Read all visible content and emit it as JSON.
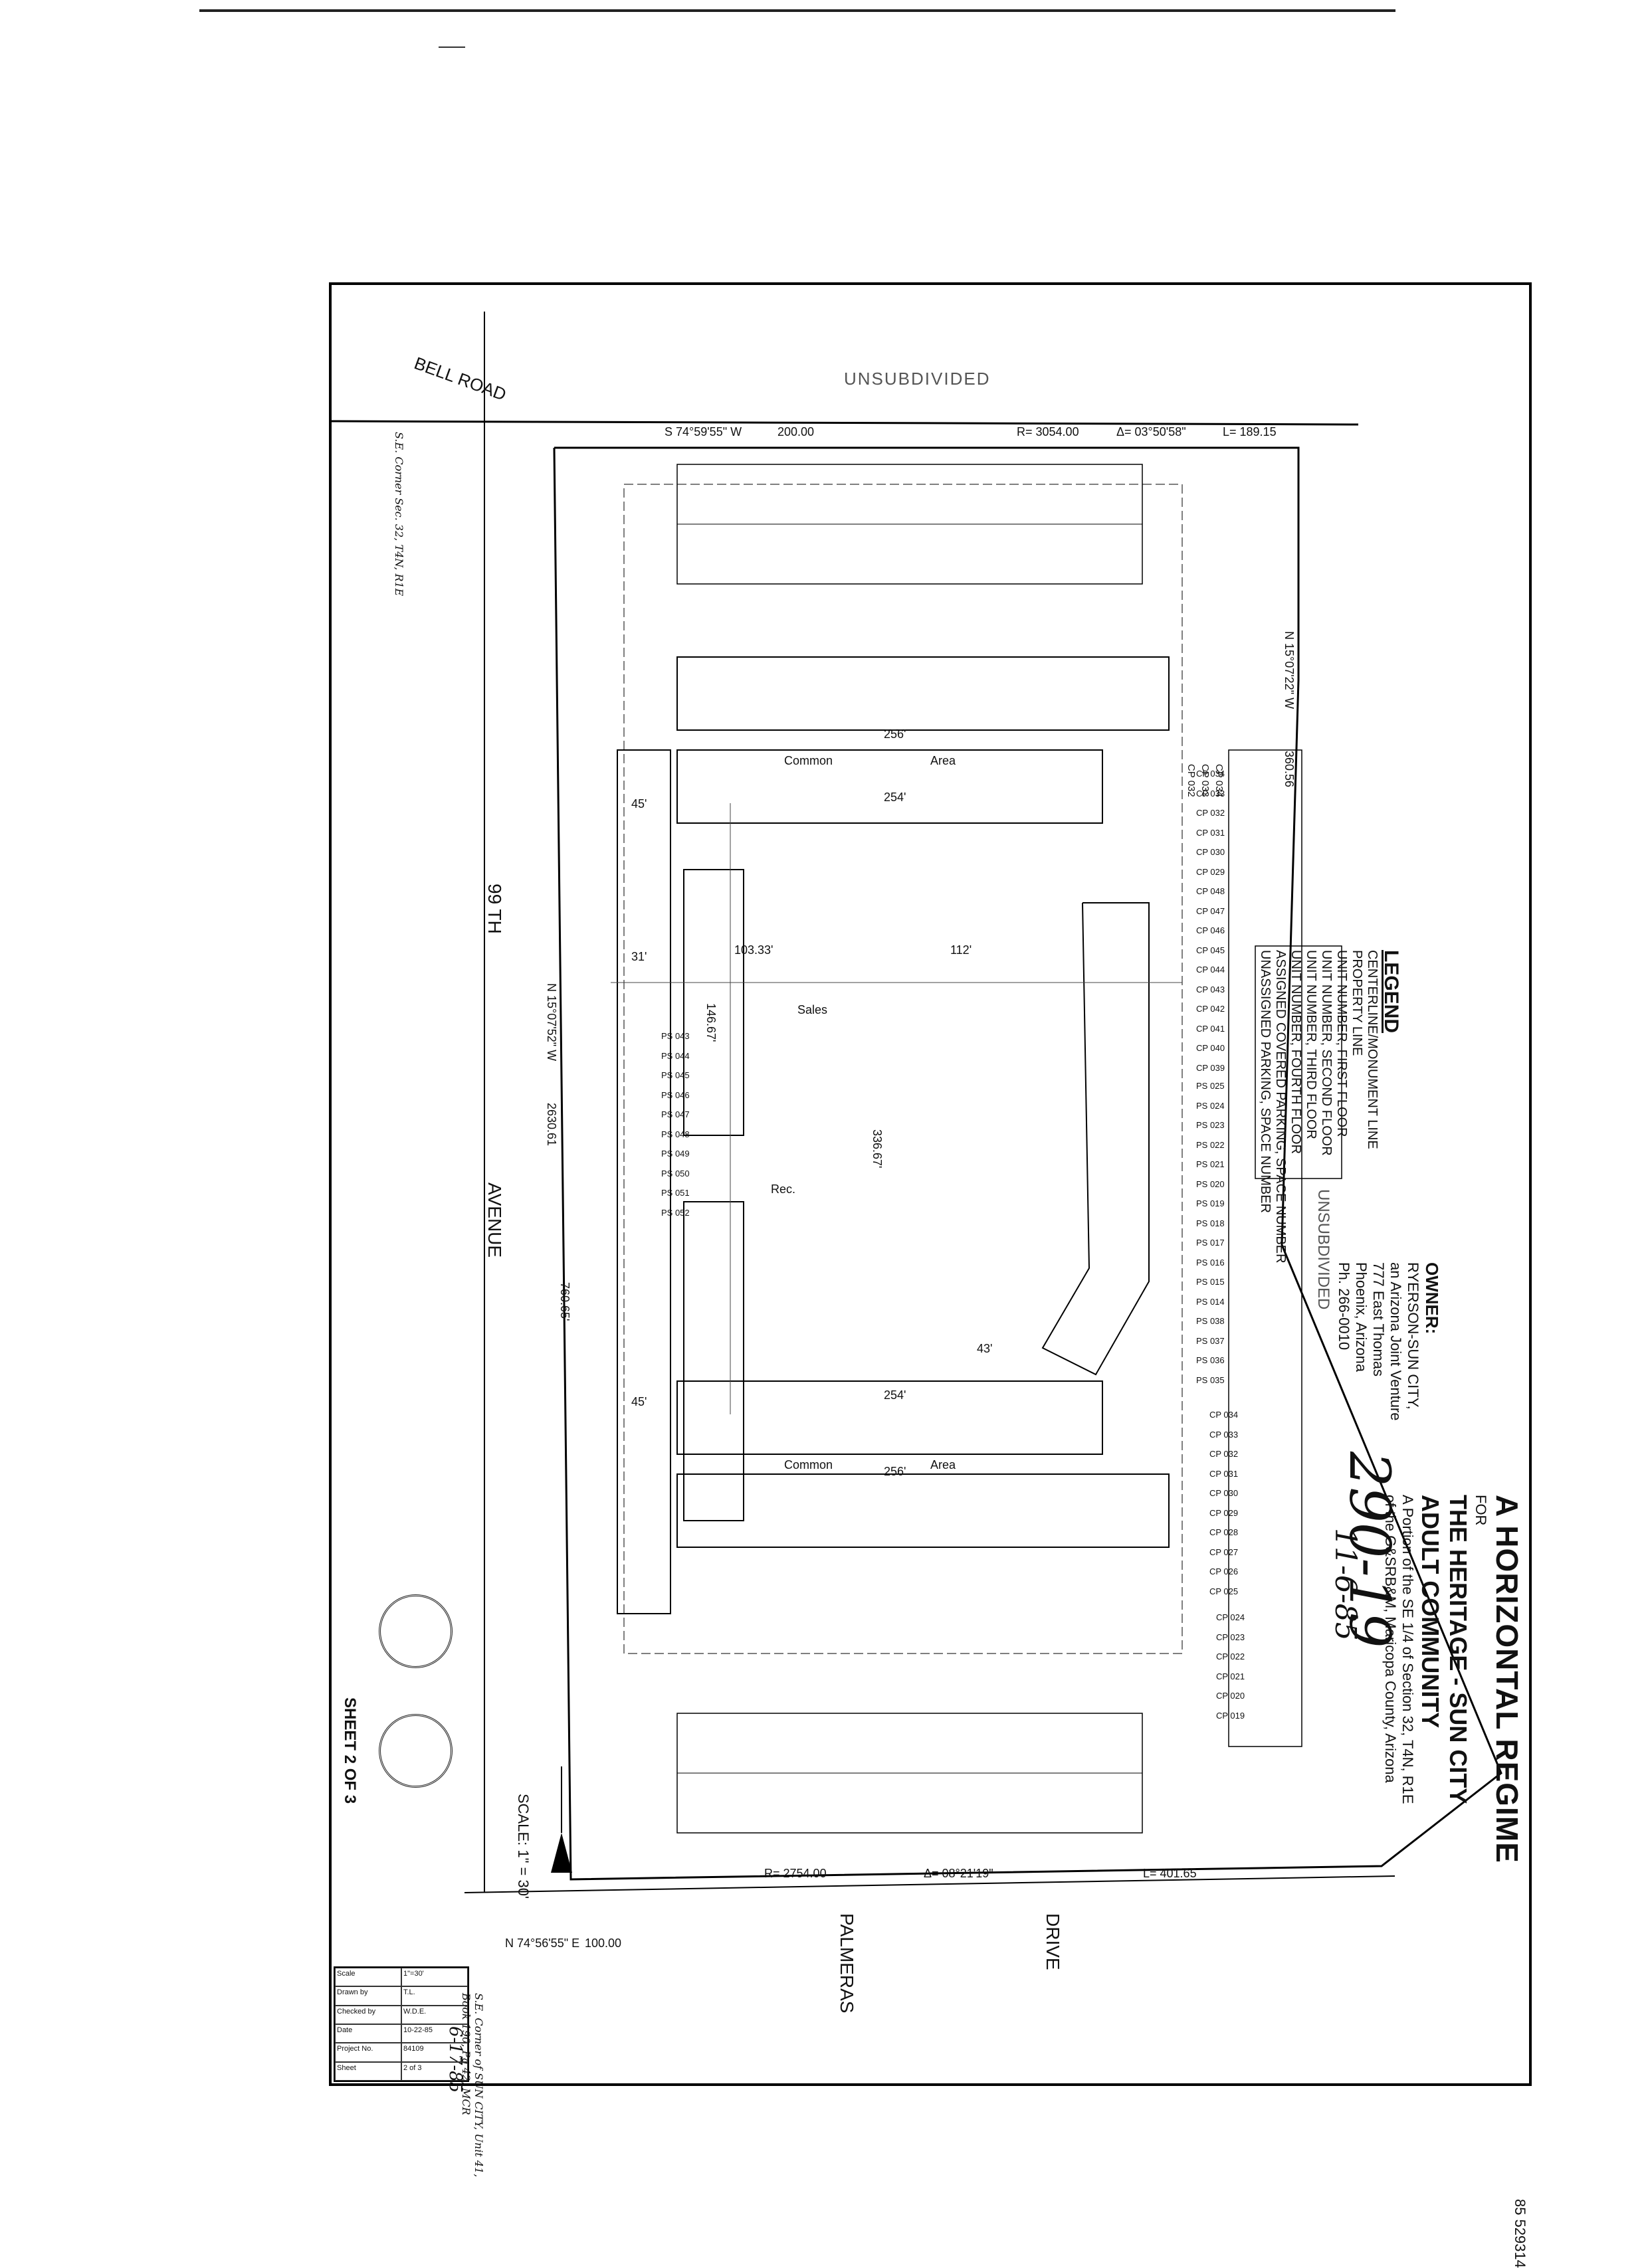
{
  "title": {
    "line1": "A HORIZONTAL REGIME",
    "line2": "FOR",
    "line3": "THE HERITAGE - SUN CITY",
    "line4": "ADULT COMMUNITY",
    "desc1": "A Portion of the SE 1/4 of Section 32, T4N, R1E",
    "desc2": "of the G&SRB&M, Maricopa County, Arizona"
  },
  "doc_number": "85 529314",
  "owner": {
    "heading": "OWNER:",
    "lines": [
      "RYERSON-SUN CITY,",
      "an Arizona Joint Venture",
      "777 East Thomas",
      "Phoenix, Arizona",
      "Ph. 266-0010"
    ]
  },
  "legend": {
    "heading": "LEGEND",
    "items": [
      "CENTERLINE/MONUMENT LINE",
      "PROPERTY LINE",
      "UNIT NUMBER, FIRST FLOOR",
      "UNIT NUMBER, SECOND FLOOR",
      "UNIT NUMBER, THIRD FLOOR",
      "UNIT NUMBER, FOURTH FLOOR",
      "ASSIGNED COVERED PARKING, SPACE NUMBER",
      "UNASSIGNED PARKING, SPACE NUMBER"
    ]
  },
  "streets": {
    "bell_road": "BELL ROAD",
    "avenue_99": "99 TH",
    "avenue": "AVENUE",
    "palmeras": "PALMERAS",
    "drive": "DRIVE",
    "unsubdivided_top": "UNSUBDIVIDED",
    "unsubdivided_right": "UNSUBDIVIDED"
  },
  "bearings": {
    "top_bearing": "S 74°59'55\" W",
    "top_dist": "200.00",
    "curve_r": "R= 3054.00",
    "curve_delta": "Δ= 03°50'58\"",
    "curve_l": "L= 189.15",
    "left_bearing": "N 15°07'52\" W",
    "left_dist": "2630.61",
    "right_bearing": "N 15°07'22\" W",
    "right_dist": "360.56",
    "bottom_curve_r": "R= 2754.00",
    "bottom_delta": "Δ= 08°21'19\"",
    "bottom_l": "L= 401.65",
    "bottom_bearing": "N 74°56'55\" E",
    "bottom_dist": "100.00",
    "dim_256": "256'",
    "dim_254": "254'",
    "dim_112": "112'",
    "dim_336": "336.67'",
    "dim_146": "146.67'",
    "dim_103": "103.33'",
    "dim_43": "43'",
    "dim_45": "45'",
    "dim_31": "31'",
    "dim_760": "760.65'"
  },
  "areas": {
    "common": "Common",
    "area": "Area",
    "rec": "Rec.",
    "sales": "Sales"
  },
  "corners": {
    "se_corner_sec": "S.E. Corner Sec. 32, T4N, R1E",
    "se_corner_sun": "S.E. Corner of SUN CITY, Unit 41, Book 190, Pg 42, MCR"
  },
  "handwritten": {
    "book": "290-19",
    "date": "11-6-85",
    "revised": "6-17-85"
  },
  "scale": "SCALE: 1\" = 30'",
  "sheet": "SHEET 2 OF 3",
  "title_block": {
    "scale_label": "Scale",
    "scale_val": "1\"=30'",
    "drawn_label": "Drawn by",
    "drawn_val": "T.L.",
    "checked_label": "Checked by",
    "checked_val": "W.D.E.",
    "date_label": "Date",
    "date_val": "10-22-85",
    "project_label": "Project No.",
    "project_val": "84109",
    "sheet_label": "Sheet",
    "sheet_val": "2 of 3"
  },
  "parking": {
    "right_upper": [
      "CP 034",
      "CP 033",
      "CP 032",
      "CP 031",
      "CP 030",
      "CP 029",
      "CP 048",
      "CP 047",
      "CP 046",
      "CP 045",
      "CP 044",
      "CP 043",
      "CP 042",
      "CP 041",
      "CP 040",
      "CP 039"
    ],
    "right_mid": [
      "PS 025",
      "PS 024",
      "PS 023",
      "PS 022",
      "PS 021",
      "PS 020",
      "PS 019",
      "PS 018",
      "PS 017",
      "PS 016",
      "PS 015",
      "PS 014",
      "PS 038",
      "PS 037",
      "PS 036",
      "PS 035"
    ],
    "right_lower": [
      "CP 034",
      "CP 033",
      "CP 032",
      "CP 031",
      "CP 030",
      "CP 029",
      "CP 028",
      "CP 027",
      "CP 026",
      "CP 025"
    ],
    "right_bottom": [
      "CP 024",
      "CP 023",
      "CP 022",
      "CP 021",
      "CP 020",
      "CP 019"
    ],
    "left_mid": [
      "PS 043",
      "PS 044",
      "PS 045",
      "PS 046",
      "PS 047",
      "PS 048",
      "PS 049",
      "PS 050",
      "PS 051",
      "PS 052"
    ]
  }
}
